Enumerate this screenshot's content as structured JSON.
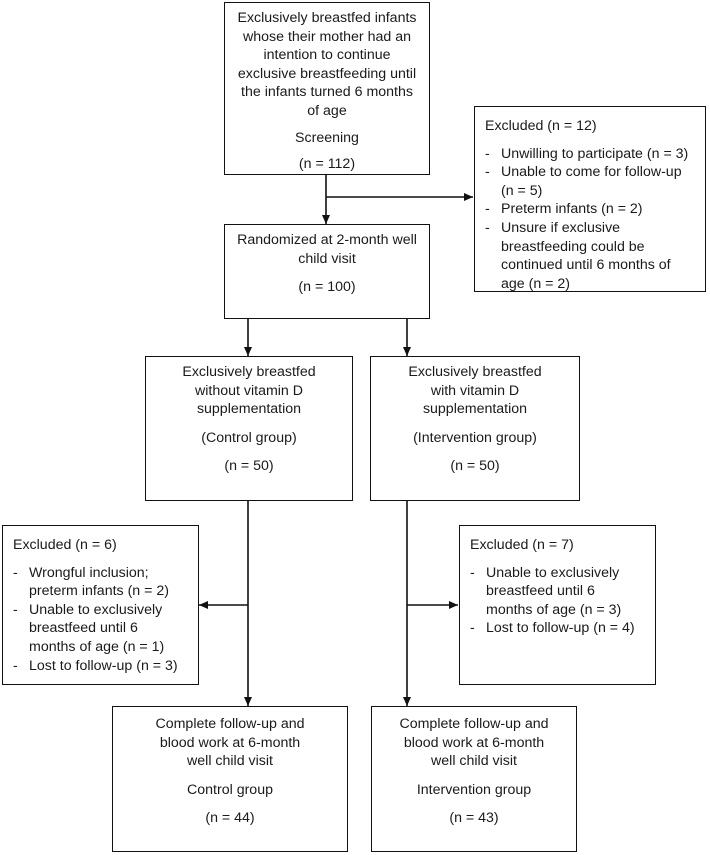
{
  "flowchart": {
    "screening": {
      "lines": [
        "Exclusively breastfed infants",
        "whose their mother had an",
        "intention to continue",
        "exclusive breastfeeding until",
        "the infants turned 6 months",
        "of age"
      ],
      "stage": "Screening",
      "count": "(n = 112)"
    },
    "excluded_screening": {
      "title": "Excluded (n = 12)",
      "items": [
        "Unwilling to participate (n = 3)",
        "Unable to come for follow-up (n = 5)",
        "Preterm infants (n = 2)",
        "Unsure if exclusive breastfeeding could be continued until 6 months of age (n = 2)"
      ]
    },
    "randomized": {
      "lines": [
        "Randomized at 2-month well",
        "child visit"
      ],
      "count": "(n = 100)"
    },
    "control": {
      "lines": [
        "Exclusively breastfed",
        "without vitamin D",
        "supplementation"
      ],
      "group": "(Control group)",
      "count": "(n = 50)"
    },
    "intervention": {
      "lines": [
        "Exclusively breastfed",
        "with vitamin D",
        "supplementation"
      ],
      "group": "(Intervention group)",
      "count": "(n = 50)"
    },
    "excluded_control": {
      "title": "Excluded (n = 6)",
      "items": [
        "Wrongful inclusion; preterm infants (n = 2)",
        "Unable to exclusively breastfeed until 6 months of age (n = 1)",
        "Lost to follow-up (n = 3)"
      ]
    },
    "excluded_intervention": {
      "title": "Excluded (n = 7)",
      "items": [
        "Unable to exclusively breastfeed until 6 months of age (n = 3)",
        "Lost to follow-up (n = 4)"
      ]
    },
    "final_control": {
      "lines": [
        "Complete follow-up and",
        "blood work at 6-month",
        "well child visit"
      ],
      "group": "Control group",
      "count": "(n = 44)"
    },
    "final_intervention": {
      "lines": [
        "Complete follow-up and",
        "blood work at 6-month",
        "well child visit"
      ],
      "group": "Intervention group",
      "count": "(n = 43)"
    }
  }
}
